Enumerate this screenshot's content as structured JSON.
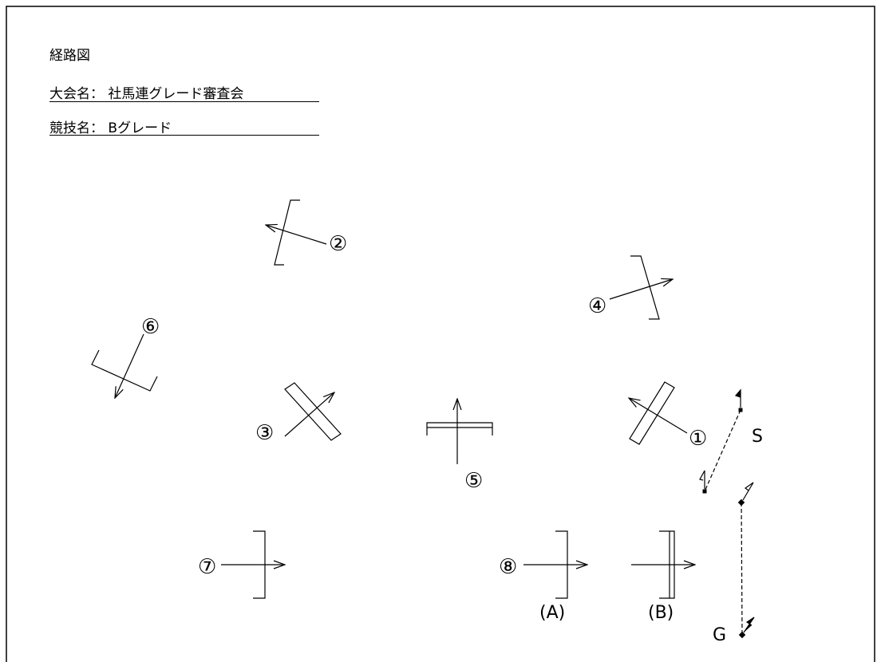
{
  "header": {
    "title": "経路図",
    "event_line": "大会名：  社馬連グレード審査会",
    "class_line": "競技名：  Bグレード"
  },
  "obstacles": [
    {
      "id": "1",
      "label": "①",
      "kind": "oxer"
    },
    {
      "id": "2",
      "label": "②",
      "kind": "vertical"
    },
    {
      "id": "3",
      "label": "③",
      "kind": "oxer"
    },
    {
      "id": "4",
      "label": "④",
      "kind": "vertical"
    },
    {
      "id": "5",
      "label": "⑤",
      "kind": "oxer"
    },
    {
      "id": "6",
      "label": "⑥",
      "kind": "vertical"
    },
    {
      "id": "7",
      "label": "⑦",
      "kind": "vertical"
    },
    {
      "id": "8",
      "label": "⑧",
      "kind": "combination",
      "parts": [
        "(A)",
        "(B)"
      ]
    }
  ],
  "start_line": {
    "label": "S"
  },
  "finish_line": {
    "label": "G"
  }
}
